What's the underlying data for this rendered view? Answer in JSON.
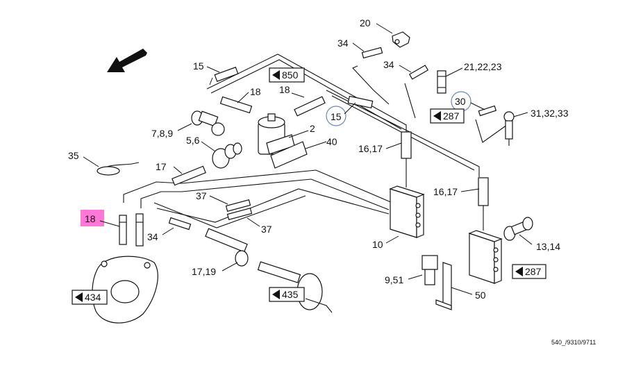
{
  "callouts": {
    "c20": "20",
    "c34a": "34",
    "c34b": "34",
    "c21": "21,22,23",
    "c15a": "15",
    "c15b": "15",
    "c18a": "18",
    "c18b": "18",
    "c18c": "18",
    "c30": "30",
    "c31": "31,32,33",
    "c789": "7,8,9",
    "c2": "2",
    "c56": "5,6",
    "c40": "40",
    "c1617a": "16,17",
    "c1617b": "16,17",
    "c35": "35",
    "c17": "17",
    "c37a": "37",
    "c37b": "37",
    "c34c": "34",
    "c10": "10",
    "c1314": "13,14",
    "c1719": "17,19",
    "c951": "9,51",
    "c50": "50"
  },
  "refs": {
    "r850": "850",
    "r287a": "287",
    "r287b": "287",
    "r434": "434",
    "r435": "435"
  },
  "doc_code": "540_/9310/9711",
  "highlight_color": "#ff5fd0",
  "ring_color": "#6b86b8",
  "icons": {
    "direction": "arrow-down-left-icon",
    "reference": "triangle-left-icon"
  }
}
